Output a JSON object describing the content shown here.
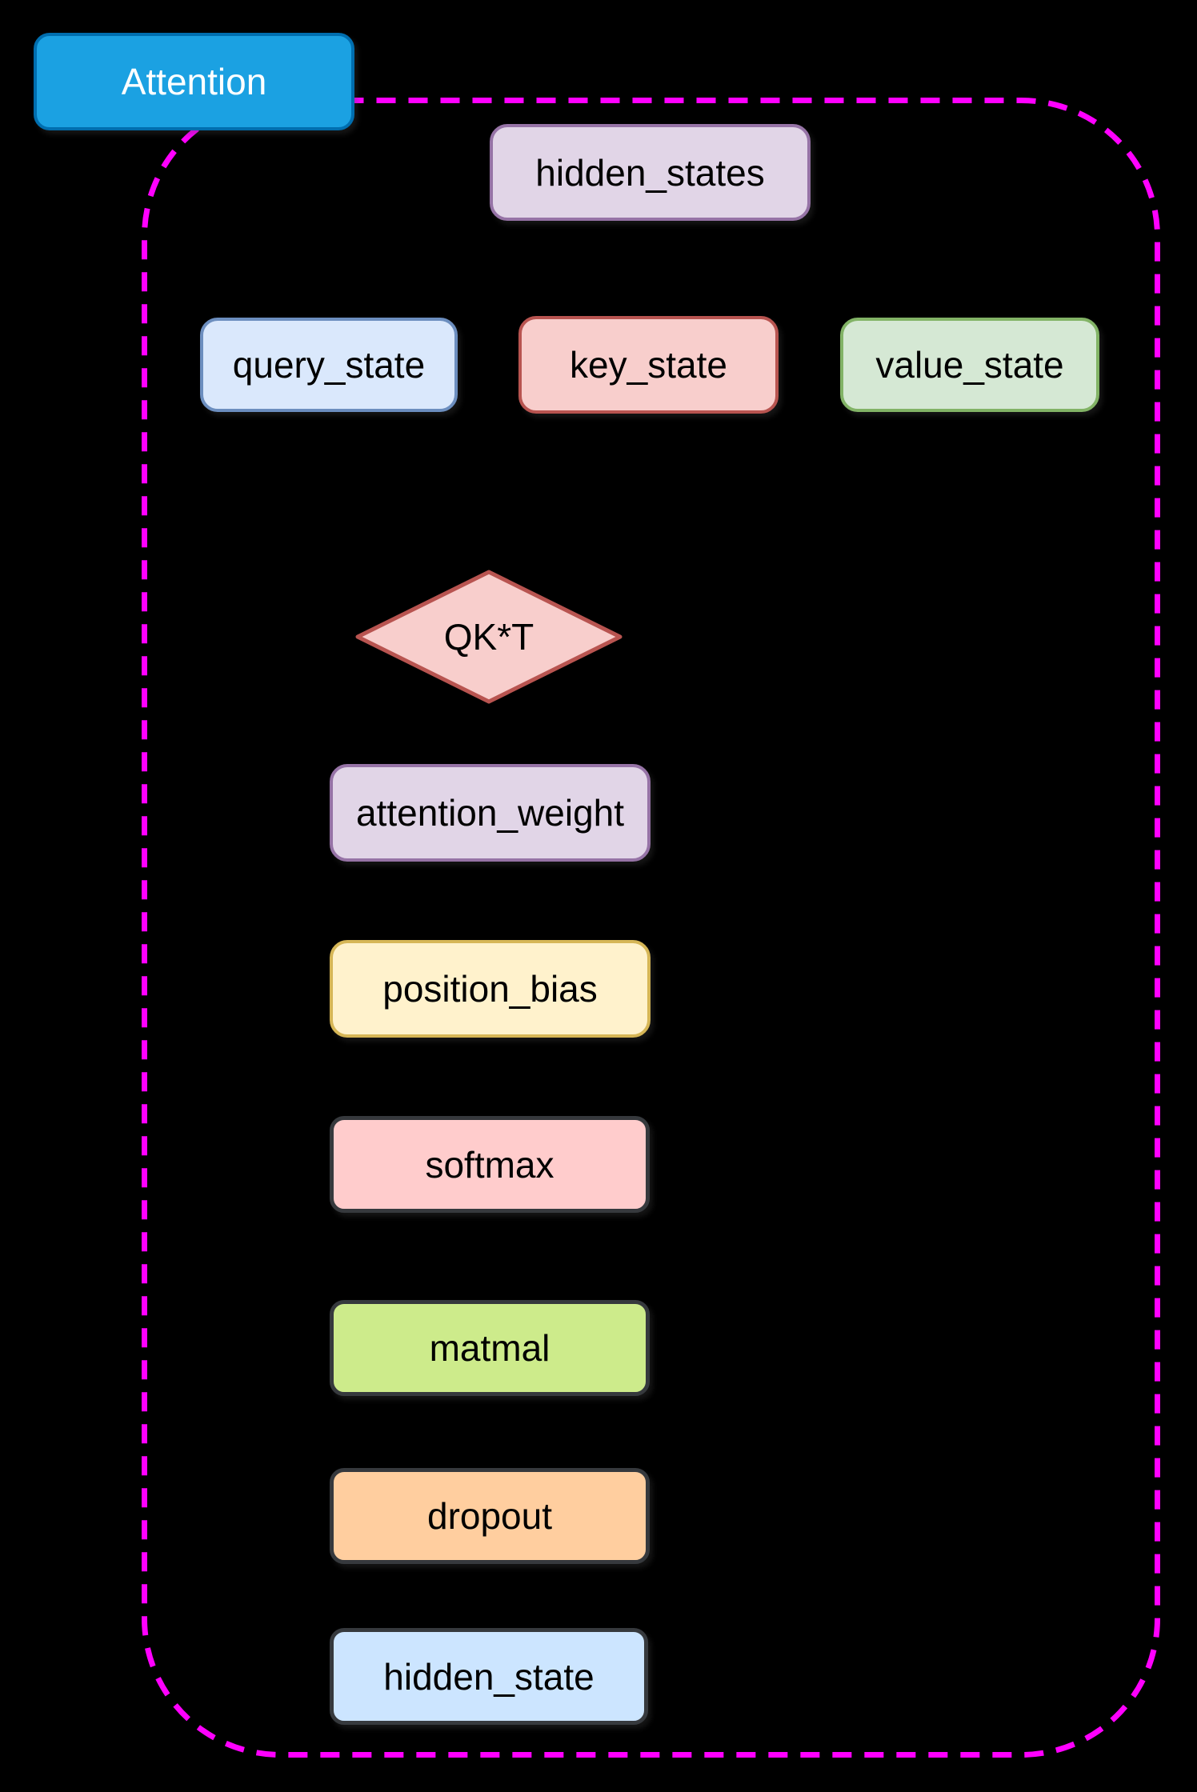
{
  "diagram": {
    "background_color": "#000000",
    "group": {
      "title": "Attention",
      "border_color": "#FF00FF",
      "border_style": "dashed"
    },
    "nodes": {
      "attention": {
        "label": "Attention",
        "shape": "rounded-rect",
        "fill": "#1BA1E2",
        "stroke": "#006EAF",
        "text_color": "#FFFFFF"
      },
      "hidden_states": {
        "label": "hidden_states",
        "shape": "rounded-rect",
        "fill": "#E1D5E7",
        "stroke": "#9673A6",
        "text_color": "#000000"
      },
      "query_state": {
        "label": "query_state",
        "shape": "rounded-rect",
        "fill": "#DAE8FC",
        "stroke": "#6C8EBF",
        "text_color": "#000000"
      },
      "key_state": {
        "label": "key_state",
        "shape": "rounded-rect",
        "fill": "#F8CECC",
        "stroke": "#B85450",
        "text_color": "#000000"
      },
      "value_state": {
        "label": "value_state",
        "shape": "rounded-rect",
        "fill": "#D5E8D4",
        "stroke": "#82B366",
        "text_color": "#000000"
      },
      "qkt": {
        "label": "QK*T",
        "shape": "diamond",
        "fill": "#F8CECC",
        "stroke": "#B85450",
        "text_color": "#000000"
      },
      "attention_weight": {
        "label": "attention_weight",
        "shape": "rounded-rect",
        "fill": "#E1D5E7",
        "stroke": "#9673A6",
        "text_color": "#000000"
      },
      "position_bias": {
        "label": "position_bias",
        "shape": "rounded-rect",
        "fill": "#FFF2CC",
        "stroke": "#D6B656",
        "text_color": "#000000"
      },
      "softmax": {
        "label": "softmax",
        "shape": "rounded-rect",
        "fill": "#FFCCCC",
        "stroke": "#36393D",
        "text_color": "#000000"
      },
      "matmal": {
        "label": "matmal",
        "shape": "rounded-rect",
        "fill": "#CDEB8B",
        "stroke": "#36393D",
        "text_color": "#000000"
      },
      "dropout": {
        "label": "dropout",
        "shape": "rounded-rect",
        "fill": "#FFCE9F",
        "stroke": "#36393D",
        "text_color": "#000000"
      },
      "hidden_state": {
        "label": "hidden_state",
        "shape": "rounded-rect",
        "fill": "#CCE5FF",
        "stroke": "#36393D",
        "text_color": "#000000"
      }
    }
  }
}
